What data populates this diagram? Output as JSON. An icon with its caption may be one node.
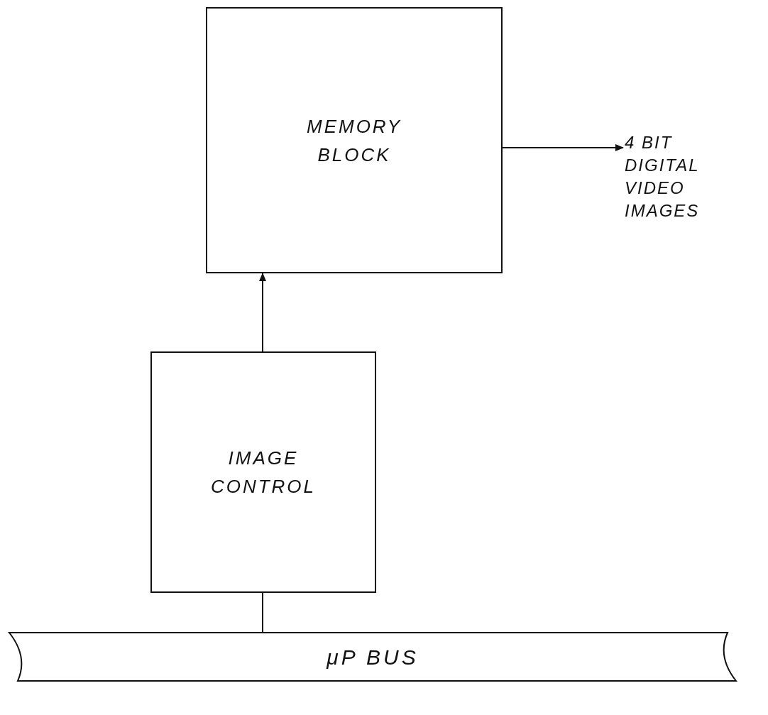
{
  "diagram": {
    "nodes": [
      {
        "text": [
          "MEMORY BLOCK"
        ]
      },
      {
        "text": [
          "4 BIT DIGITAL VIDEO IMAGES"
        ]
      },
      {
        "text": [
          "IMAGE CONTROL"
        ]
      },
      {
        "text": [
          "μP BUS"
        ]
      }
    ],
    "edges": [
      {
        "from": 0,
        "to": 1,
        "arrow": "to"
      },
      {
        "from": 2,
        "to": 0,
        "arrow": "to"
      },
      {
        "from": 3,
        "to": 2,
        "arrow": "none"
      }
    ]
  }
}
